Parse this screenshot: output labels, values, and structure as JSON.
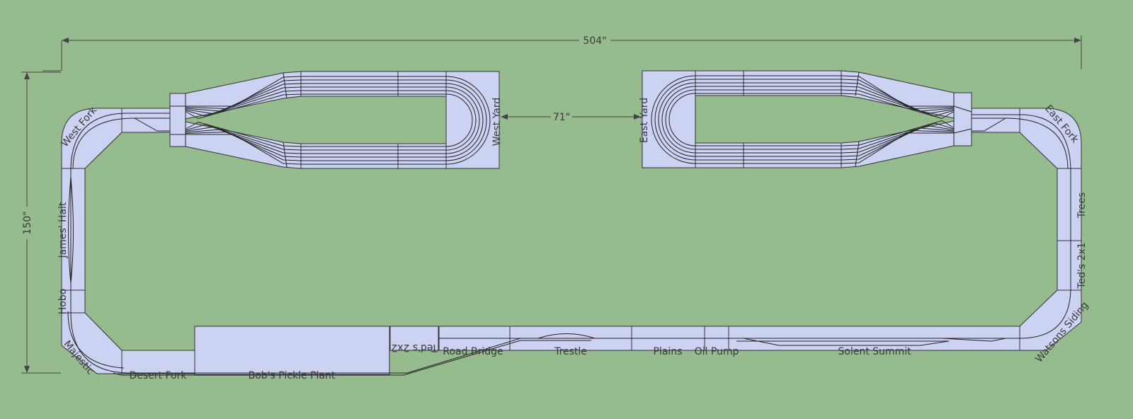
{
  "dimensions": {
    "width": "504\"",
    "height": "150\"",
    "yard_gap": "71\""
  },
  "colors": {
    "background": "#95bb8e",
    "benchwork": "#ccd2f2",
    "line": "#333333"
  },
  "labels": {
    "west_yard": "West Yard",
    "east_yard": "East Yard",
    "west_fork": "West Fork",
    "east_fork": "East Fork",
    "james_halt": "James' Halt",
    "hobo": "Hobo",
    "majestic": "Majestic",
    "desert_fork": "Desert Fork",
    "bobs_pickle_plant": "Bob's Pickle Plant",
    "teds_2x2": "Ted's 2x2",
    "road_bridge": "Road Bridge",
    "trestle": "Trestle",
    "plains": "Plains",
    "oil_pump": "Oil Pump",
    "solent_summit": "Solent Summit",
    "watsons_siding": "Watsons Siding",
    "teds_2x1": "Ted's 2x1",
    "trees": "Trees"
  }
}
